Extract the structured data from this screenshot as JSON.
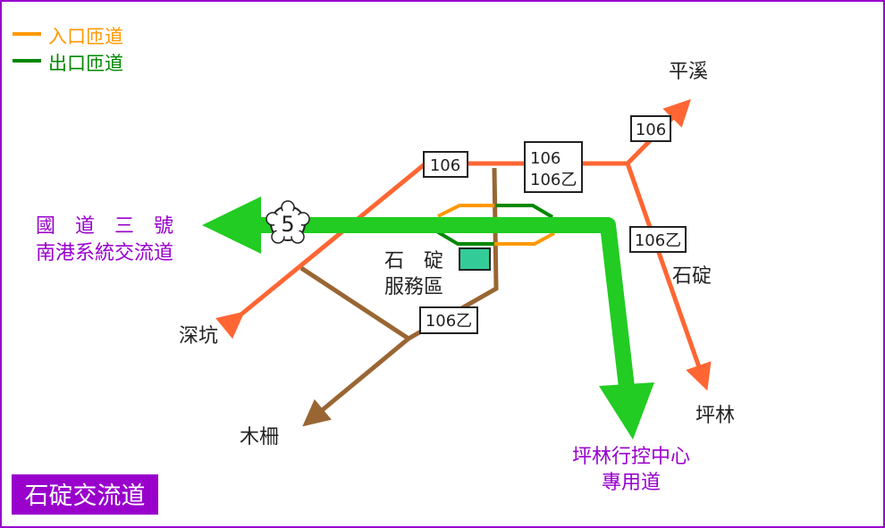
{
  "legend": {
    "entrance": {
      "label": "入口匝道",
      "color": "#ff9900"
    },
    "exit": {
      "label": "出口匝道",
      "color": "#008800"
    }
  },
  "route_labels": {
    "r106_west": "106",
    "r106_mid_a": "106",
    "r106_mid_b": "106乙",
    "r106_east": "106",
    "r106b_east": "106乙",
    "r106b_south": "106乙"
  },
  "shield": "5",
  "places": {
    "pingxi": "平溪",
    "shiding_east": "石碇",
    "pinglin": "坪林",
    "shenkeng": "深坑",
    "muzha": "木柵"
  },
  "service_area": {
    "line1": "石　碇",
    "line2": "服務區",
    "color": "#33cc99"
  },
  "freeway": {
    "line1": "國　道　三　號",
    "line2": "南港系統交流道",
    "color": "#22cc22"
  },
  "control_center": {
    "line1": "坪林行控中心",
    "line2": "專用道"
  },
  "title": {
    "label": "石碇交流道",
    "bg": "#9900cc"
  },
  "colors": {
    "route106": "#ff6633",
    "route106b": "#996633"
  }
}
